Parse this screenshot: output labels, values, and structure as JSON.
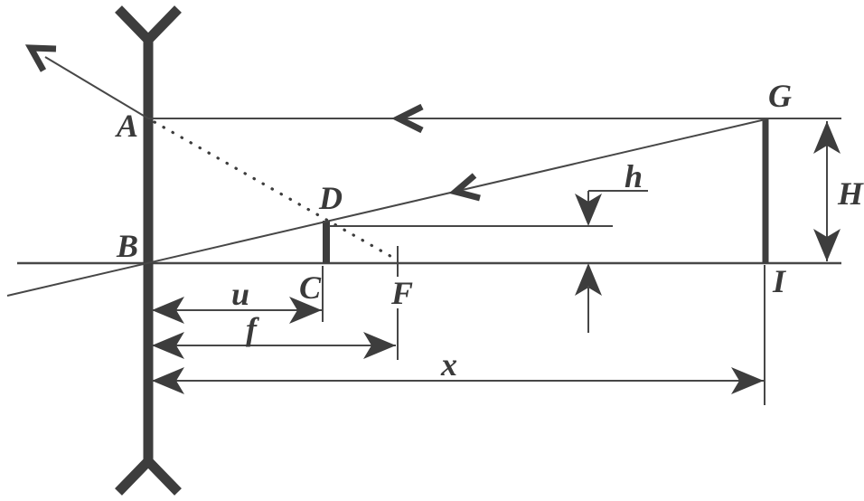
{
  "diagram": {
    "background_color": "#ffffff",
    "ink_color": "#3d3d3d",
    "line_color": "#474747",
    "labels": {
      "A": "A",
      "B": "B",
      "C": "C",
      "D": "D",
      "F": "F",
      "G": "G",
      "I": "I",
      "H": "H",
      "h": "h",
      "u": "u",
      "f": "f",
      "x": "x"
    }
  }
}
